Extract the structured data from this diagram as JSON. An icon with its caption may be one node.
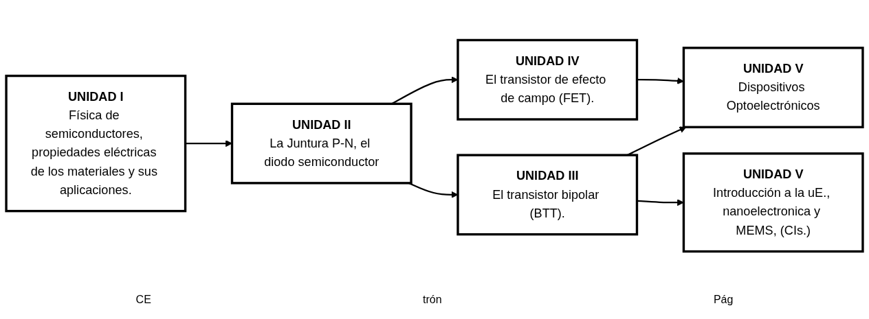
{
  "diagram": {
    "nodes": [
      {
        "text": [
          "UNIDAD I",
          "Física de semiconductores, propiedades eléctricas de los materiales y sus aplicaciones."
        ]
      },
      {
        "text": [
          "UNIDAD II",
          "La Juntura P-N, el diodo semiconductor"
        ]
      },
      {
        "text": [
          "UNIDAD III",
          "El transistor bipolar (BTT)."
        ]
      },
      {
        "text": [
          "UNIDAD IV",
          "El transistor de efecto de campo (FET)."
        ]
      },
      {
        "text": [
          "UNIDAD V",
          "Dispositivos Optoelectrónicos"
        ]
      },
      {
        "text": [
          "UNIDAD V",
          "Introducción a la uE., nanoelectronica y MEMS, (CIs.)"
        ]
      }
    ],
    "edges": [
      {
        "from": 0,
        "to": 1,
        "arrow": "to"
      },
      {
        "from": 1,
        "to": 2,
        "arrow": "to"
      },
      {
        "from": 1,
        "to": 3,
        "arrow": "to"
      },
      {
        "from": 2,
        "to": 4,
        "arrow": "to"
      },
      {
        "from": 2,
        "to": 5,
        "arrow": "to"
      },
      {
        "from": 3,
        "to": 4,
        "arrow": "to"
      }
    ],
    "labels": [
      "CE",
      "trón",
      "Pág"
    ]
  }
}
